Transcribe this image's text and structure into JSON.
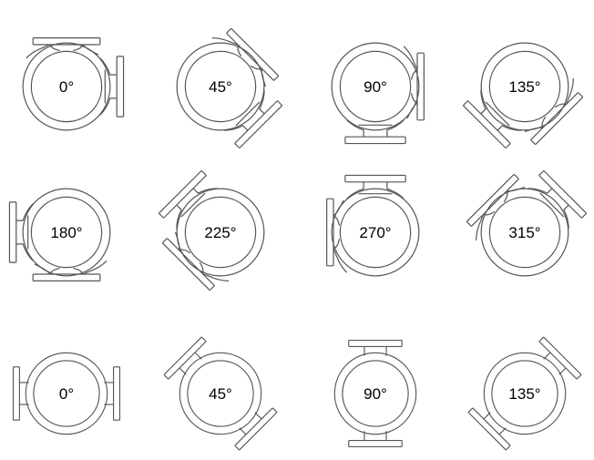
{
  "colors": {
    "stroke": "#555555",
    "background": "#ffffff",
    "text": "#000000"
  },
  "rows": [
    {
      "type": "single-port",
      "items": [
        {
          "label": "0°",
          "rotation": 0
        },
        {
          "label": "45°",
          "rotation": 45
        },
        {
          "label": "90°",
          "rotation": 90
        },
        {
          "label": "135°",
          "rotation": 135
        }
      ]
    },
    {
      "type": "single-port",
      "items": [
        {
          "label": "180°",
          "rotation": 180
        },
        {
          "label": "225°",
          "rotation": 225
        },
        {
          "label": "270°",
          "rotation": 270
        },
        {
          "label": "315°",
          "rotation": 315
        }
      ]
    },
    {
      "type": "double-port",
      "items": [
        {
          "label": "0°",
          "rotation": 0
        },
        {
          "label": "45°",
          "rotation": 45
        },
        {
          "label": "90°",
          "rotation": 90
        },
        {
          "label": "135°",
          "rotation": 135
        }
      ]
    }
  ]
}
